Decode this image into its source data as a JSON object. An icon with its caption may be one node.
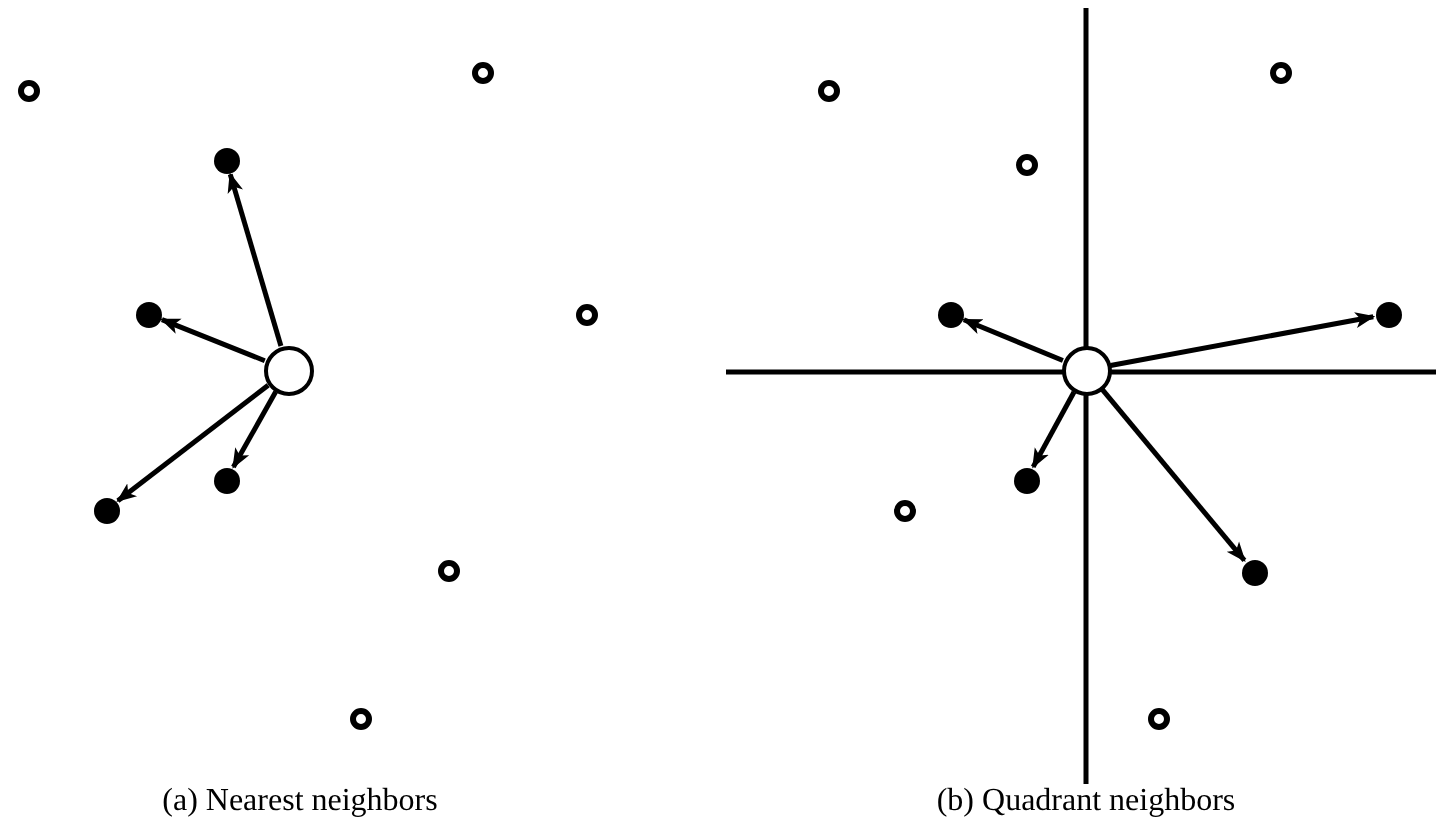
{
  "diagram": {
    "nodes": [
      {
        "text": [],
        "shape": "circle"
      },
      {
        "text": [],
        "shape": "circle"
      },
      {
        "text": [],
        "shape": "circle"
      },
      {
        "text": [],
        "shape": "circle"
      },
      {
        "text": [],
        "shape": "circle"
      },
      {
        "text": [],
        "shape": "circle"
      },
      {
        "text": [],
        "shape": "circle"
      },
      {
        "text": [],
        "shape": "circle"
      },
      {
        "text": [],
        "shape": "circle"
      },
      {
        "text": [],
        "shape": "circle"
      },
      {
        "text": [],
        "shape": "circle"
      },
      {
        "text": [],
        "shape": "circle"
      },
      {
        "text": [],
        "shape": "circle"
      },
      {
        "text": [],
        "shape": "circle"
      },
      {
        "text": [],
        "shape": "circle"
      },
      {
        "text": [],
        "shape": "circle"
      },
      {
        "text": [],
        "shape": "circle"
      },
      {
        "text": [],
        "shape": "circle"
      },
      {
        "text": [],
        "shape": "circle"
      },
      {
        "text": [],
        "shape": "circle"
      }
    ],
    "edges": [
      {
        "from": 5,
        "to": 2,
        "arrow": "to"
      },
      {
        "from": 5,
        "to": 3,
        "arrow": "to"
      },
      {
        "from": 5,
        "to": 6,
        "arrow": "to"
      },
      {
        "from": 5,
        "to": 7,
        "arrow": "to"
      },
      {
        "from": 15,
        "to": 13,
        "arrow": "to"
      },
      {
        "from": 15,
        "to": 14,
        "arrow": "to"
      },
      {
        "from": 15,
        "to": 16,
        "arrow": "to"
      },
      {
        "from": 15,
        "to": 18,
        "arrow": "to"
      }
    ],
    "labels": [
      "(a) Nearest neighbors",
      "(b) Quadrant neighbors"
    ]
  }
}
